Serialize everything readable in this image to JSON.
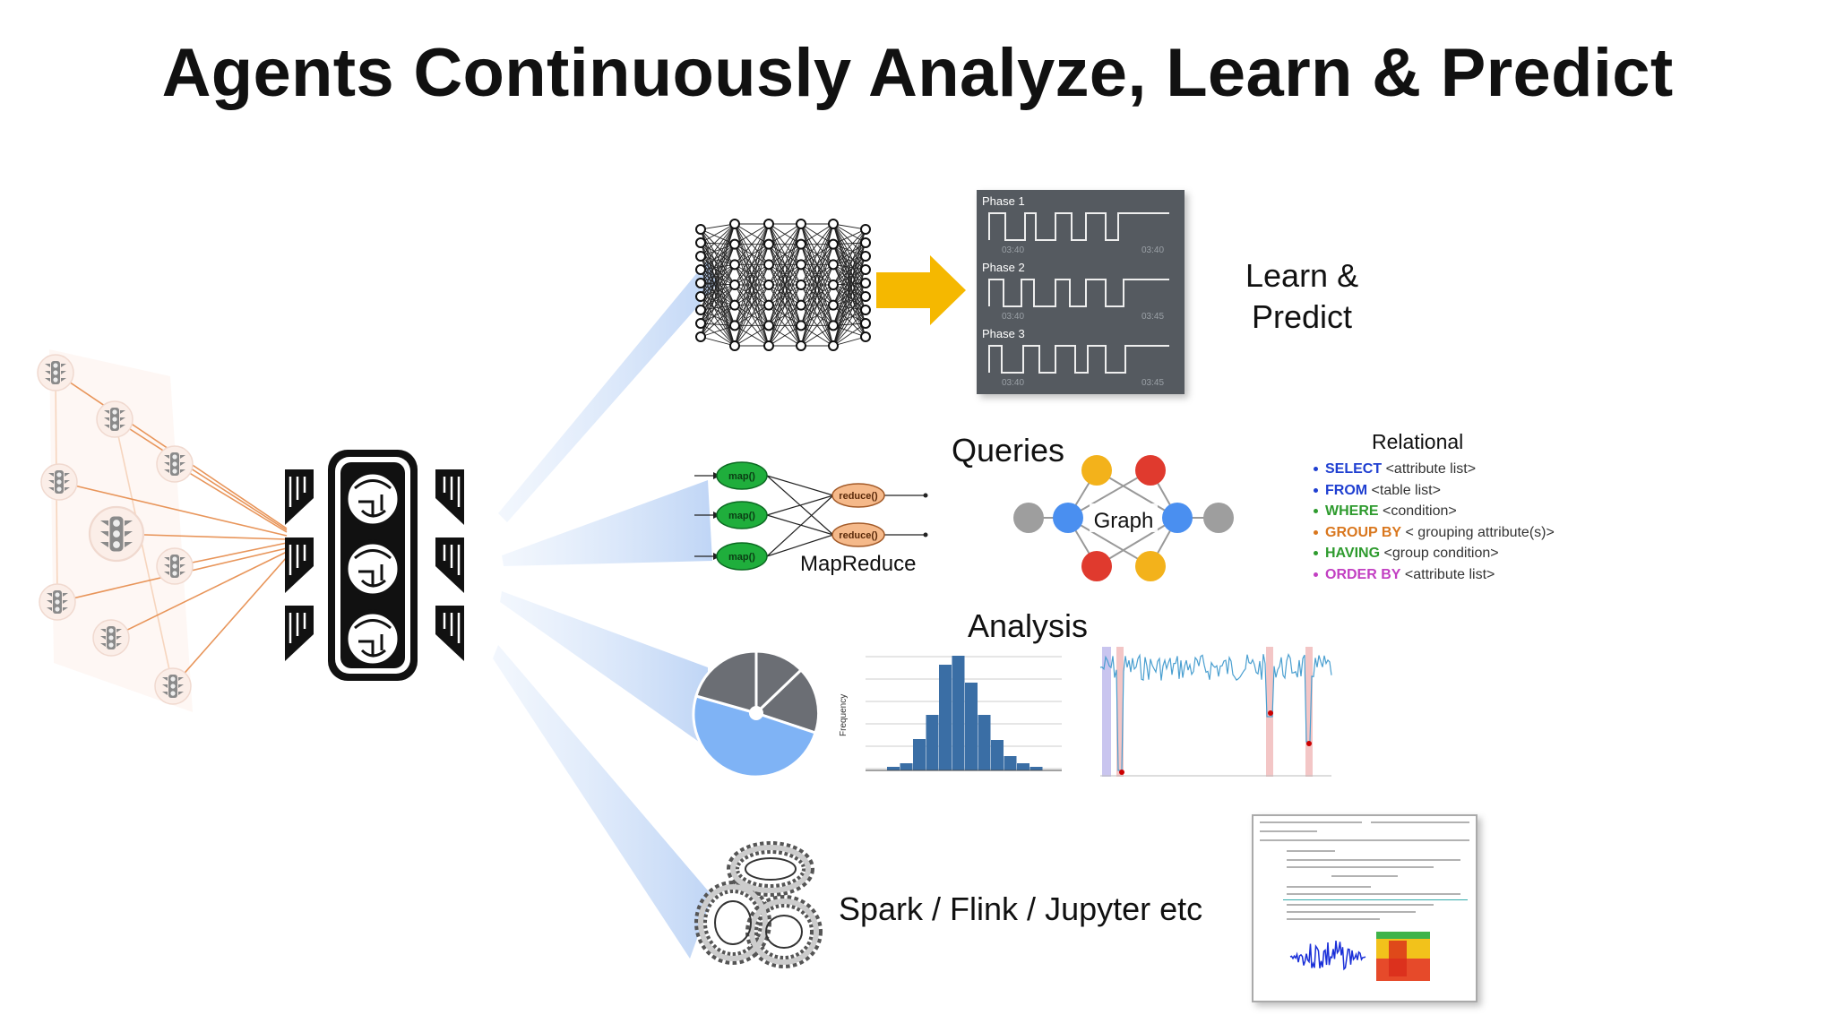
{
  "title": "Agents Continuously Analyze, Learn & Predict",
  "learn_predict": {
    "line1": "Learn &",
    "line2": "Predict"
  },
  "phase_panel": {
    "phases": [
      {
        "label": "Phase 1",
        "t_start": "03:40",
        "t_end": "03:40"
      },
      {
        "label": "Phase 2",
        "t_start": "03:40",
        "t_end": "03:45"
      },
      {
        "label": "Phase 3",
        "t_start": "03:40",
        "t_end": "03:45"
      }
    ]
  },
  "queries": {
    "label": "Queries",
    "graph_label": "Graph",
    "mapreduce": {
      "label": "MapReduce",
      "map_nodes": [
        "map()",
        "map()",
        "map()"
      ],
      "reduce_nodes": [
        "reduce()",
        "reduce()"
      ]
    },
    "relational": {
      "title": "Relational",
      "statements": [
        {
          "keyword": "SELECT",
          "rest": "<attribute list>",
          "color": "#1f3fd1"
        },
        {
          "keyword": "FROM",
          "rest": "<table list>",
          "color": "#1f3fd1"
        },
        {
          "keyword": "WHERE",
          "rest": "<condition>",
          "color": "#2e9b2e"
        },
        {
          "keyword": "GROUP BY",
          "rest": "< grouping attribute(s)>",
          "color": "#d9771e"
        },
        {
          "keyword": "HAVING",
          "rest": "<group condition>",
          "color": "#2e9b2e"
        },
        {
          "keyword": "ORDER BY",
          "rest": "<attribute list>",
          "color": "#c23fc2"
        }
      ]
    }
  },
  "analysis": {
    "label": "Analysis",
    "histogram_ylabel": "Frequency"
  },
  "spark": {
    "label": "Spark / Flink / Jupyter etc"
  },
  "colors": {
    "arrow_yellow": "#f5b800",
    "beam_blue": "#c9dcf7",
    "orange_lines": "#e8955a",
    "hist_bar": "#3a6ea5",
    "pie_blue": "#7fb3f5",
    "pie_gray": "#6b6e74",
    "node_gray": "#9e9e9e",
    "node_blue": "#4a8ff0",
    "node_red": "#e03a2e",
    "node_yellow": "#f3b21b",
    "map_green": "#1fae3c",
    "reduce_peach": "#f5b98a"
  }
}
